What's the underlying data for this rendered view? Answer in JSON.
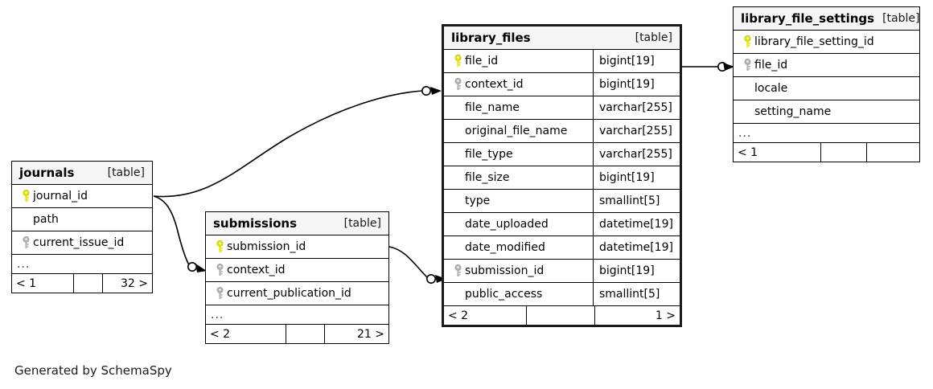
{
  "diagram": {
    "kind_label": "[table]",
    "ellipsis": "...",
    "generated_note": "Generated by SchemaSpy",
    "colors": {
      "primary_key": "#e6e600",
      "foreign_key": "#b3b3b3",
      "header_bg": "#f5f5f5",
      "border": "#000000",
      "focal_border": "#1a1a1a",
      "background": "#ffffff"
    }
  },
  "tables": {
    "journals": {
      "name": "journals",
      "kind": "[table]",
      "columns": [
        {
          "name": "journal_id",
          "type": "",
          "key": "primary"
        },
        {
          "name": "path",
          "type": "",
          "key": "none"
        },
        {
          "name": "current_issue_id",
          "type": "",
          "key": "foreign"
        }
      ],
      "has_more": true,
      "more_label": "...",
      "footer": {
        "left": "< 1",
        "middle": "",
        "right": "32 >"
      }
    },
    "submissions": {
      "name": "submissions",
      "kind": "[table]",
      "columns": [
        {
          "name": "submission_id",
          "type": "",
          "key": "primary"
        },
        {
          "name": "context_id",
          "type": "",
          "key": "foreign"
        },
        {
          "name": "current_publication_id",
          "type": "",
          "key": "foreign"
        }
      ],
      "has_more": true,
      "more_label": "...",
      "footer": {
        "left": "< 2",
        "middle": "",
        "right": "21 >"
      }
    },
    "library_files": {
      "name": "library_files",
      "kind": "[table]",
      "focal": true,
      "columns": [
        {
          "name": "file_id",
          "type": "bigint[19]",
          "key": "primary"
        },
        {
          "name": "context_id",
          "type": "bigint[19]",
          "key": "foreign"
        },
        {
          "name": "file_name",
          "type": "varchar[255]",
          "key": "none"
        },
        {
          "name": "original_file_name",
          "type": "varchar[255]",
          "key": "none"
        },
        {
          "name": "file_type",
          "type": "varchar[255]",
          "key": "none"
        },
        {
          "name": "file_size",
          "type": "bigint[19]",
          "key": "none"
        },
        {
          "name": "type",
          "type": "smallint[5]",
          "key": "none"
        },
        {
          "name": "date_uploaded",
          "type": "datetime[19]",
          "key": "none"
        },
        {
          "name": "date_modified",
          "type": "datetime[19]",
          "key": "none"
        },
        {
          "name": "submission_id",
          "type": "bigint[19]",
          "key": "foreign"
        },
        {
          "name": "public_access",
          "type": "smallint[5]",
          "key": "none"
        }
      ],
      "has_more": false,
      "more_label": "",
      "footer": {
        "left": "< 2",
        "middle": "",
        "right": "1 >"
      }
    },
    "library_file_settings": {
      "name": "library_file_settings",
      "kind": "[table]",
      "columns": [
        {
          "name": "library_file_setting_id",
          "type": "",
          "key": "primary"
        },
        {
          "name": "file_id",
          "type": "",
          "key": "foreign"
        },
        {
          "name": "locale",
          "type": "",
          "key": "none"
        },
        {
          "name": "setting_name",
          "type": "",
          "key": "none"
        }
      ],
      "has_more": true,
      "more_label": "...",
      "footer": {
        "left": "< 1",
        "middle": "",
        "right": ""
      }
    }
  },
  "relationships": [
    {
      "from": "journals.journal_id",
      "to": "library_files.context_id"
    },
    {
      "from": "journals.journal_id",
      "to": "submissions.context_id"
    },
    {
      "from": "submissions.submission_id",
      "to": "library_files.submission_id"
    },
    {
      "from": "library_files.file_id",
      "to": "library_file_settings.file_id"
    }
  ]
}
